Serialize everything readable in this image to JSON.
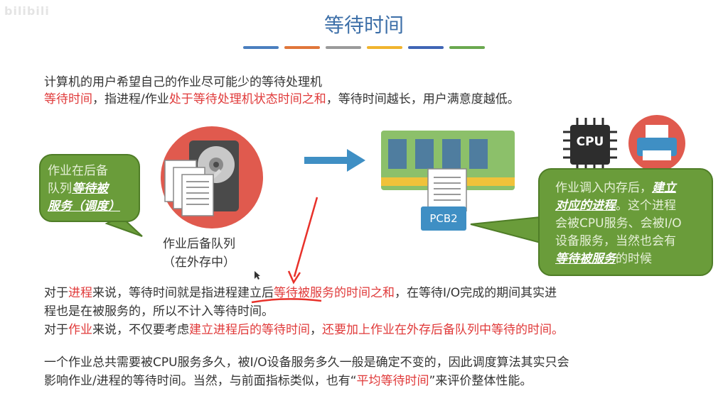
{
  "watermark": "bilibili",
  "title": "等待时间",
  "colors": {
    "bars": [
      "#4a7fbf",
      "#e0763a",
      "#9a9a9a",
      "#f0b42e",
      "#3f65b5",
      "#6aa84f"
    ],
    "accent_red": "#e03a3a",
    "green_box": "#6a9c3a",
    "title_blue": "#3d6fa8"
  },
  "intro": {
    "line1": "计算机的用户希望自己的作业尽可能少的等待处理机",
    "line2_a": "等待时间",
    "line2_b": "，指进程/作业",
    "line2_c": "处于等待处理机状态时间之和",
    "line2_d": "，等待时间越长，用户满意度越低。"
  },
  "left_callout": {
    "line1": "作业在后备",
    "line2_a": "队列",
    "line2_b": "等待被",
    "line3": "服务（调度）"
  },
  "queue_label": {
    "line1": "作业后备队列",
    "line2": "（在外存中）"
  },
  "pcb_label": "PCB2",
  "cpu_label": "CPU",
  "right_callout": {
    "line1_a": "作业调入内存后，",
    "line1_b": "建立",
    "line2_a": "对应的进程",
    "line2_b": "。这个进程",
    "line3": "会被CPU服务、会被I/O",
    "line4": "设备服务，当然也会有",
    "line5_a": "等待被服务",
    "line5_b": "的时候"
  },
  "process_para": {
    "line1_a": "对于",
    "line1_b": "进程",
    "line1_c": "来说，等待时间就是指进程建立后",
    "line1_d": "等待被服务的时间之和",
    "line1_e": "，在等待I/O完成的期间其实进",
    "line2": "程也是在被服务的，所以不计入等待时间。",
    "line3_a": "对于",
    "line3_b": "作业",
    "line3_c": "来说，不仅要考虑",
    "line3_d": "建立进程后的等待时间",
    "line3_e": "，",
    "line3_f": "还要加上作业在外存后备队列中等待的时间。"
  },
  "final_para": {
    "line1": "一个作业总共需要被CPU服务多久，被I/O设备服务多久一般是确定不变的，因此调度算法其实只会",
    "line2_a": "影响作业/进程的等待时间。当然，与前面指标类似，也有“",
    "line2_b": "平均等待时间",
    "line2_c": "”来评价整体性能。"
  }
}
